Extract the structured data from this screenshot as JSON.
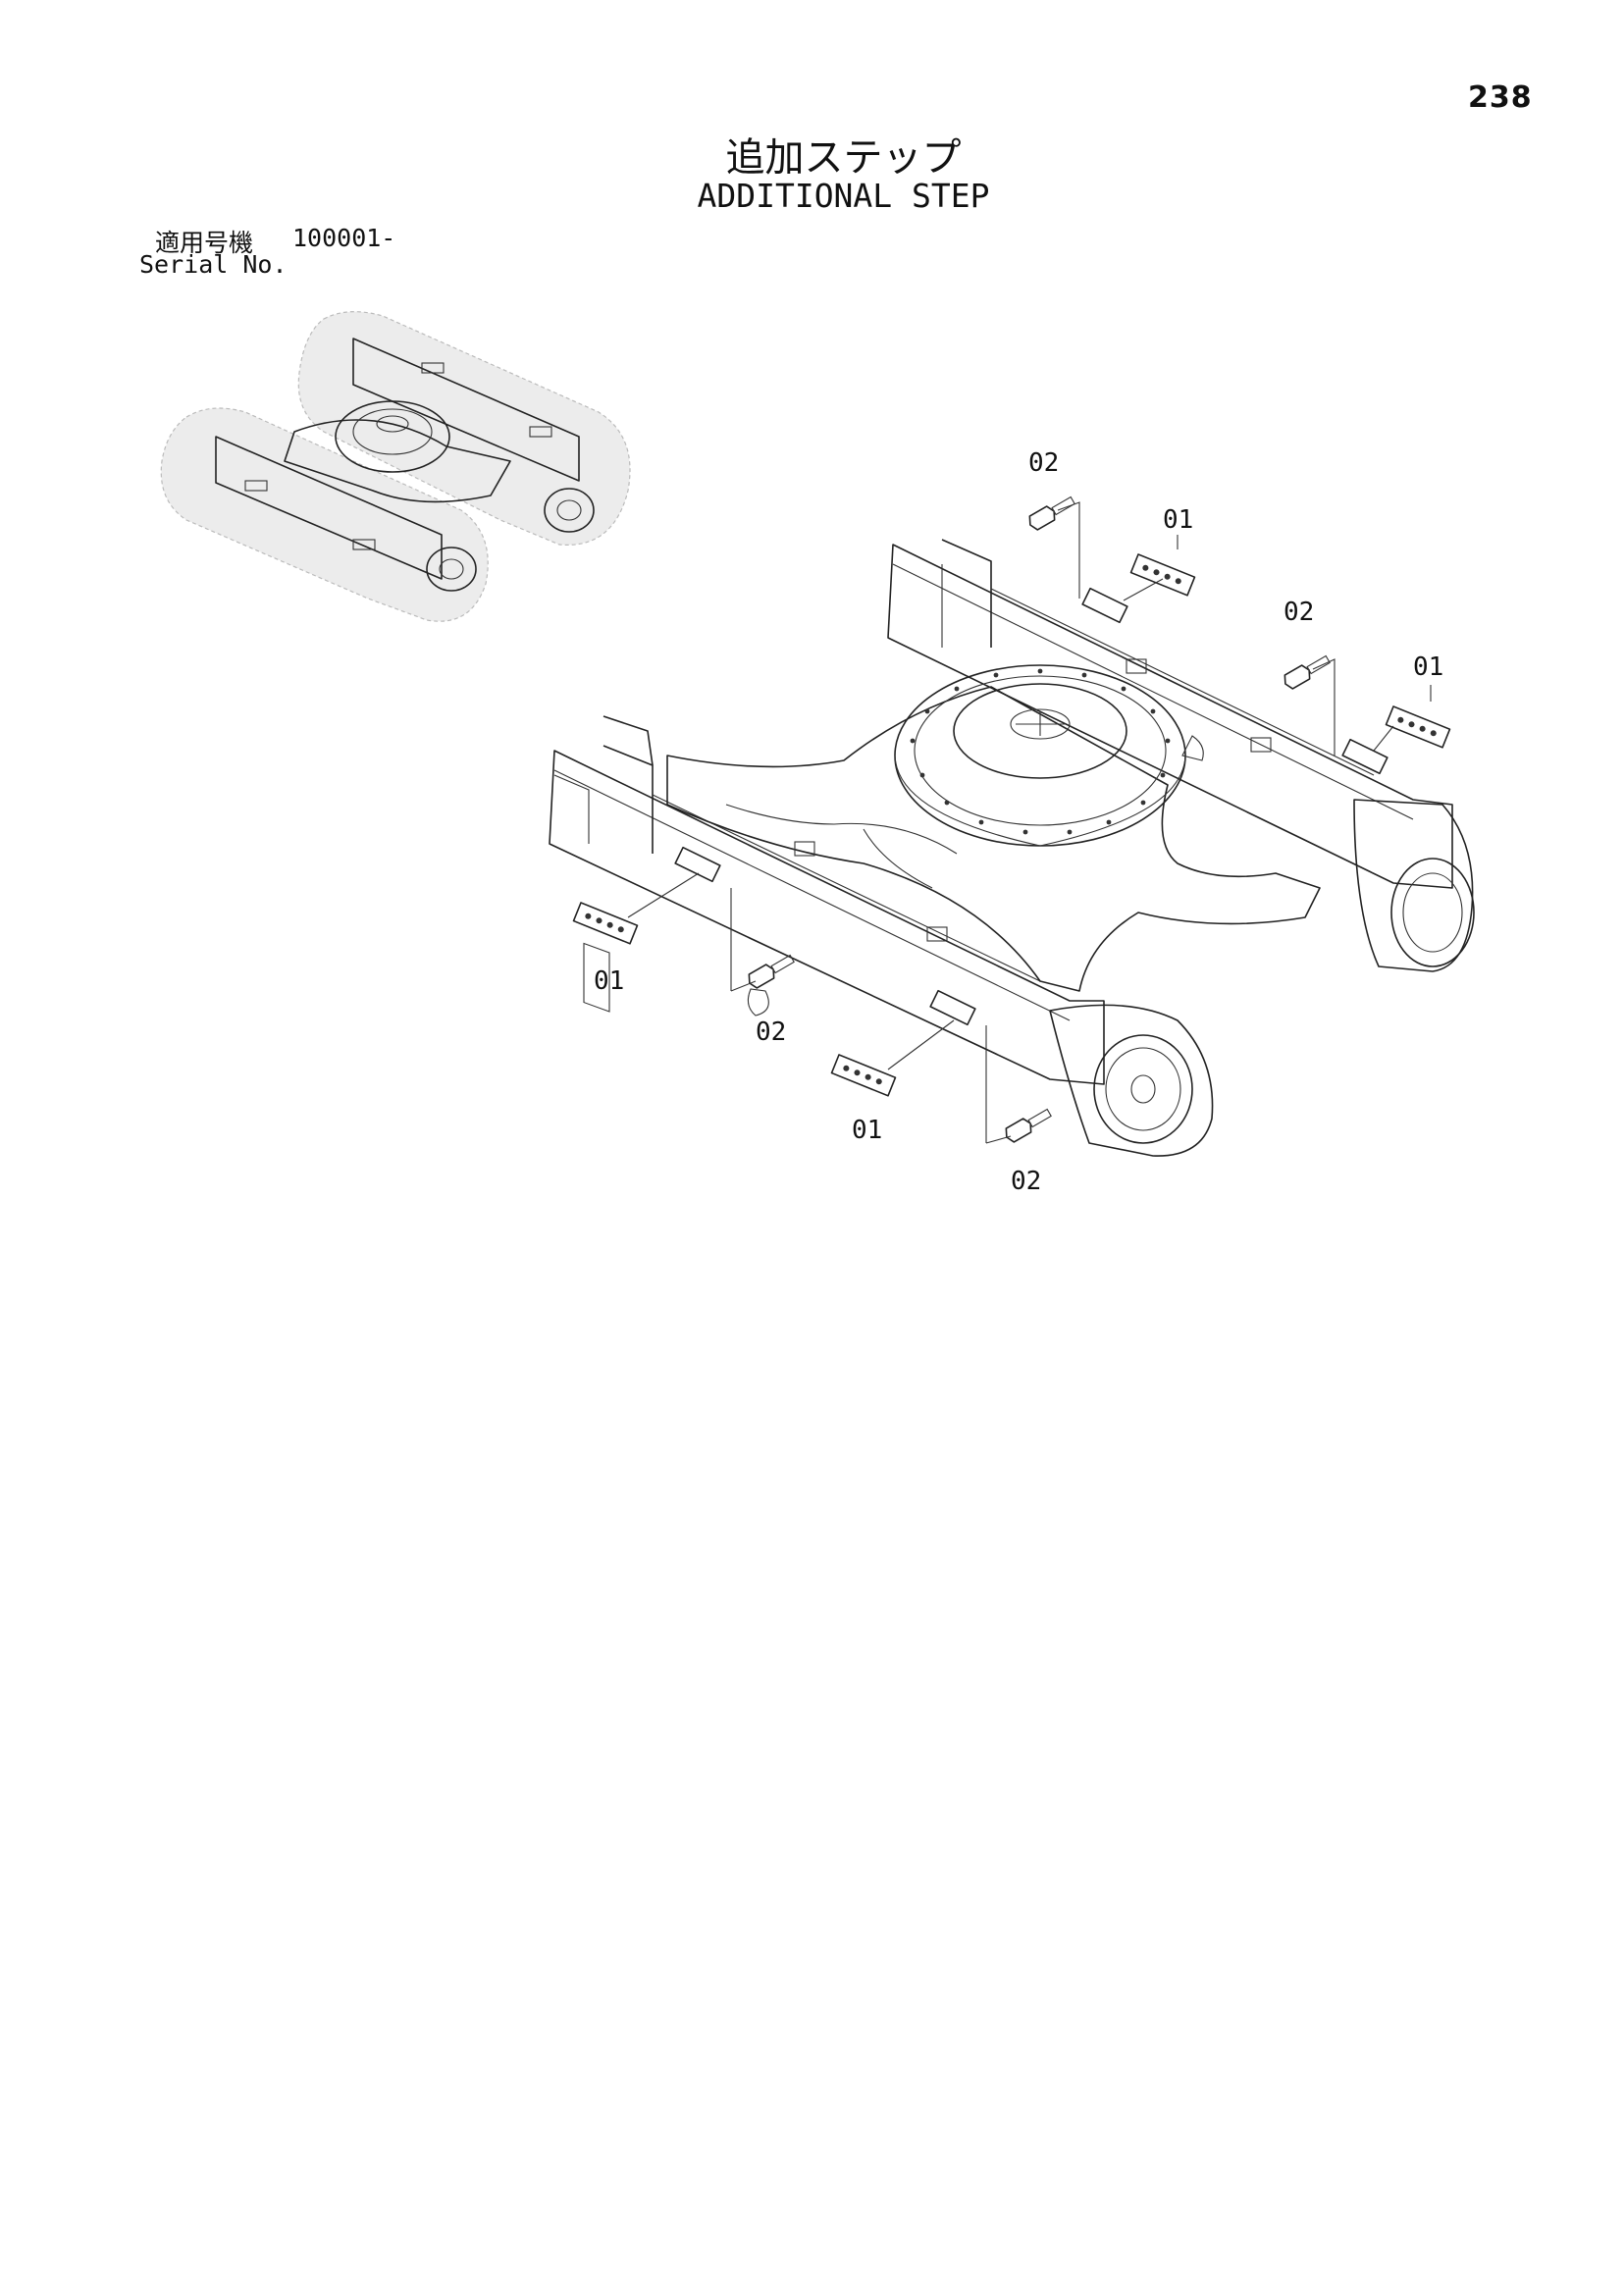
{
  "page": {
    "number": "238"
  },
  "title": {
    "jp": "追加ステップ",
    "en": "ADDITIONAL STEP"
  },
  "serial": {
    "label_jp": "適用号機",
    "value": "100001-",
    "label_en": "Serial No."
  },
  "callouts": [
    {
      "id": "c-02-top",
      "text": "02"
    },
    {
      "id": "c-01-top",
      "text": "01"
    },
    {
      "id": "c-02-right",
      "text": "02"
    },
    {
      "id": "c-01-right",
      "text": "01"
    },
    {
      "id": "c-01-left",
      "text": "01"
    },
    {
      "id": "c-02-mid",
      "text": "02"
    },
    {
      "id": "c-01-bottom",
      "text": "01"
    },
    {
      "id": "c-02-bottom",
      "text": "02"
    }
  ],
  "icons": {
    "overview": "undercarriage-overview-icon",
    "main": "track-frame-drawing",
    "step": "step-bracket-icon",
    "bolt": "bolt-icon"
  }
}
